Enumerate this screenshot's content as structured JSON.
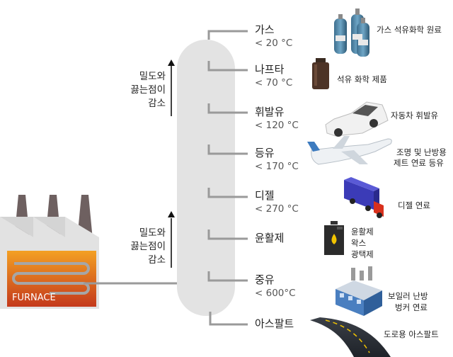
{
  "furnace": {
    "label": "FURNACE"
  },
  "arrow_labels": {
    "upper": [
      "밀도와",
      "끓는점이",
      "감소"
    ],
    "lower": [
      "밀도와",
      "끓는점이",
      "감소"
    ]
  },
  "fractions": [
    {
      "name": "가스",
      "temp": "< 20 °C",
      "product": [
        "가스 석유화학 원료"
      ],
      "icon": "gas-cylinders-icon"
    },
    {
      "name": "나프타",
      "temp": "< 70 °C",
      "product": [
        "석유 화학 제품"
      ],
      "icon": "bottle-icon"
    },
    {
      "name": "휘발유",
      "temp": "< 120 °C",
      "product": [
        "자동차 휘발유"
      ],
      "icon": "car-icon"
    },
    {
      "name": "등유",
      "temp": "< 170 °C",
      "product": [
        "조명 및 난방용",
        "제트 연료 등유"
      ],
      "icon": "airplane-icon"
    },
    {
      "name": "디젤",
      "temp": "< 270 °C",
      "product": [
        "디젤 연료"
      ],
      "icon": "truck-icon"
    },
    {
      "name": "윤활제",
      "temp": "",
      "product": [
        "윤활제",
        "왁스",
        "광택제"
      ],
      "icon": "oil-can-icon"
    },
    {
      "name": "중유",
      "temp": "< 600°C",
      "product": [
        "보일러 난방",
        "벙커 연료"
      ],
      "icon": "factory-icon"
    },
    {
      "name": "아스팔트",
      "temp": "",
      "product": [
        "도로용 아스팔트"
      ],
      "icon": "road-icon"
    }
  ],
  "colors": {
    "column": "#e3e3e3",
    "pipe": "#9a9a9a",
    "furnace_top": "#f3a023",
    "furnace_bottom": "#c4391c",
    "factory": "#dcdcdc"
  }
}
